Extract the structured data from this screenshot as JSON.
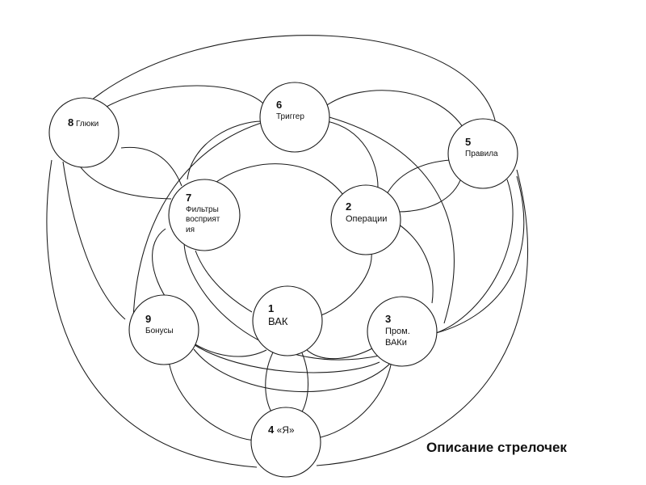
{
  "nodes": [
    {
      "id": "n1",
      "number": "1",
      "label": "ВАК"
    },
    {
      "id": "n2",
      "number": "2",
      "label": "Операции"
    },
    {
      "id": "n3",
      "number": "3",
      "label": "Пром. ВАКи"
    },
    {
      "id": "n4",
      "number": "4",
      "label": "«Я»"
    },
    {
      "id": "n5",
      "number": "5",
      "label": "Правила"
    },
    {
      "id": "n6",
      "number": "6",
      "label": "Триггер"
    },
    {
      "id": "n7",
      "number": "7",
      "label": "Фильтры восприятия"
    },
    {
      "id": "n8",
      "number": "8",
      "label": "Глюки"
    },
    {
      "id": "n9",
      "number": "9",
      "label": "Бонусы"
    }
  ],
  "caption": "Описание стрелочек",
  "colors": {
    "stroke": "#1a1a1a",
    "background": "#ffffff",
    "text": "#111111"
  }
}
